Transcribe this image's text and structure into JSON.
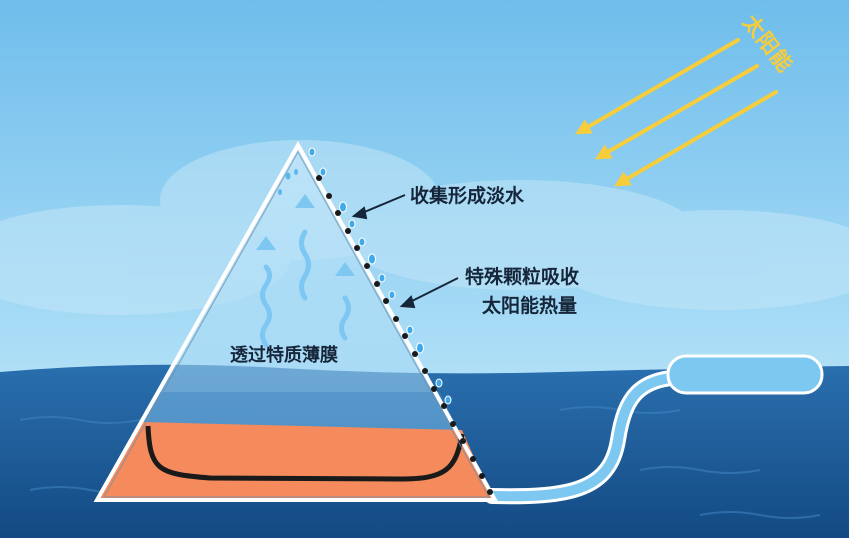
{
  "labels": {
    "sun": "太阳能",
    "collect": "收集形成淡水",
    "particles_line1": "特殊颗粒吸收",
    "particles_line2": "太阳能热量",
    "membrane": "透过特质薄膜"
  },
  "colors": {
    "sky_top": "#7cc4ef",
    "sky_bottom": "#a6dcf6",
    "sea": "#1d5f9e",
    "sea_deep": "#134b84",
    "sunray": "#f7cd3c",
    "base": "#f58a5c",
    "outline": "#ffffff",
    "black_dots": "#1a1a1a",
    "droplet": "#5ab8ee",
    "float": "#7dc8f1"
  },
  "icons": [
    "sunray-arrow-icon",
    "vapor-arrow-icon",
    "water-droplet-icon",
    "black-particle-icon"
  ]
}
